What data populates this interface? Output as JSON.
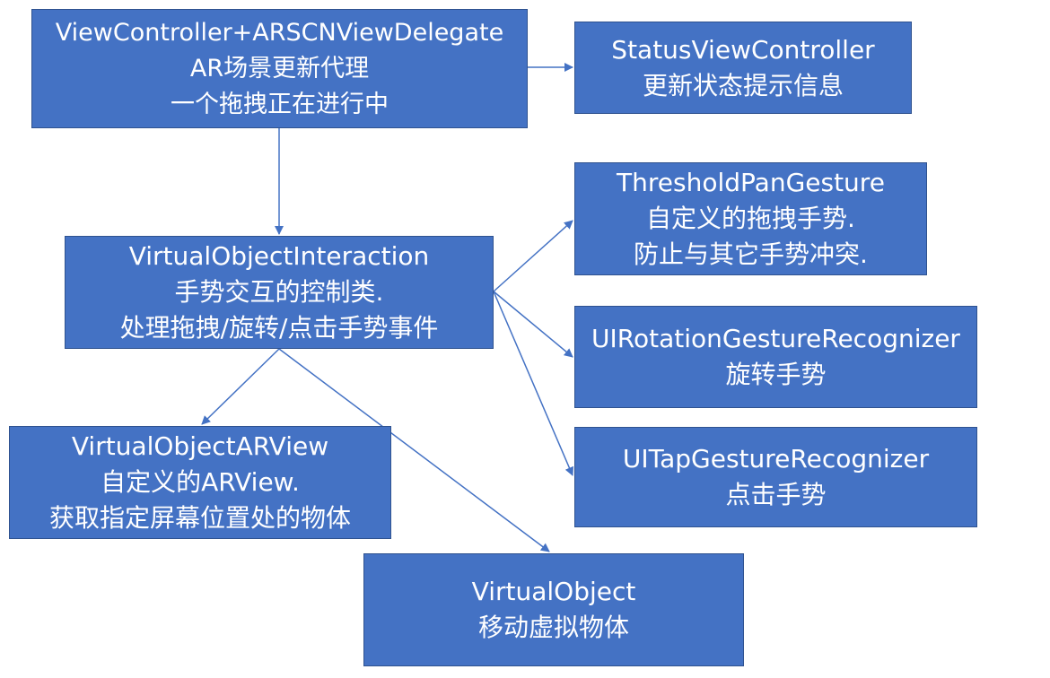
{
  "nodes": {
    "main": {
      "lines": [
        "ViewController+ARSCNViewDelegate",
        "AR场景更新代理",
        "一个拖拽正在进行中"
      ]
    },
    "status": {
      "lines": [
        "StatusViewController",
        "更新状态提示信息"
      ]
    },
    "interaction": {
      "lines": [
        "VirtualObjectInteraction",
        "手势交互的控制类.",
        "处理拖拽/旋转/点击手势事件"
      ]
    },
    "pan": {
      "lines": [
        "ThresholdPanGesture",
        "自定义的拖拽手势.",
        "防止与其它手势冲突."
      ]
    },
    "rotation": {
      "lines": [
        "UIRotationGestureRecognizer",
        "旋转手势"
      ]
    },
    "tap": {
      "lines": [
        "UITapGestureRecognizer",
        "点击手势"
      ]
    },
    "arview": {
      "lines": [
        "VirtualObjectARView",
        "自定义的ARView.",
        "获取指定屏幕位置处的物体"
      ]
    },
    "virtualobject": {
      "lines": [
        "VirtualObject",
        "移动虚拟物体"
      ]
    }
  },
  "colors": {
    "box_fill": "#4472c4",
    "box_border": "#2f528f",
    "arrow": "#4472c4",
    "text": "#ffffff"
  }
}
